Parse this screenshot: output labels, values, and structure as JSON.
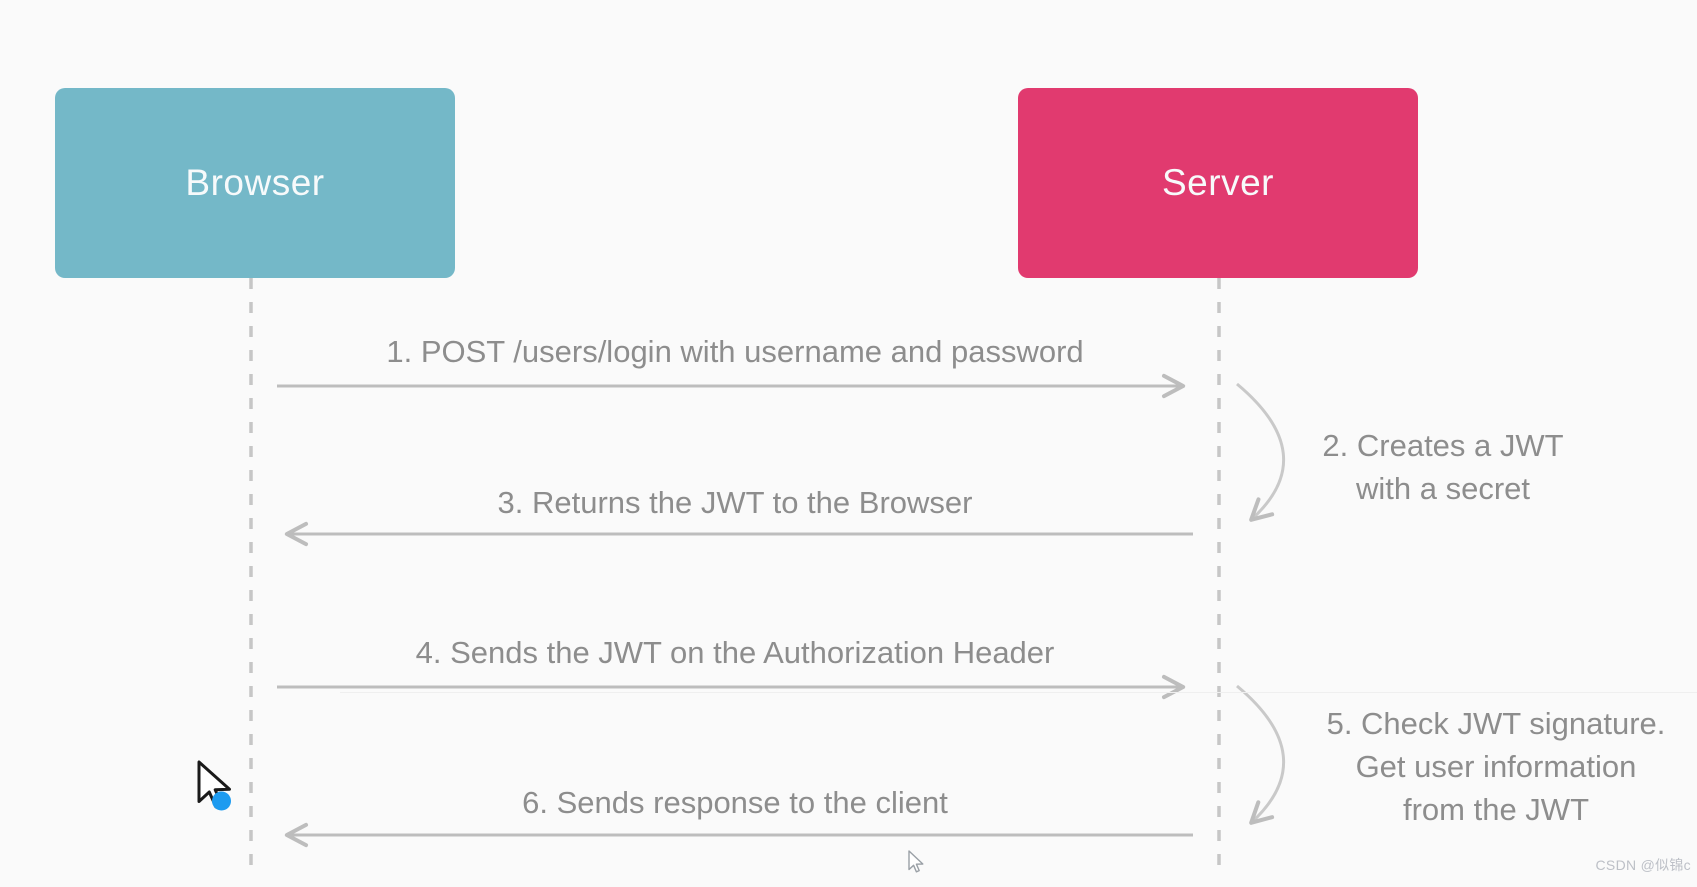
{
  "diagram": {
    "type": "sequence",
    "actors": {
      "browser": {
        "label": "Browser",
        "color": "#74b8c8"
      },
      "server": {
        "label": "Server",
        "color": "#e13a6f"
      }
    },
    "messages": {
      "m1": {
        "label": "1. POST /users/login with username and password",
        "from": "browser",
        "to": "server"
      },
      "m3": {
        "label": "3. Returns the JWT to the Browser",
        "from": "server",
        "to": "browser"
      },
      "m4": {
        "label": "4. Sends the JWT on the Authorization Header",
        "from": "browser",
        "to": "server"
      },
      "m6": {
        "label": "6. Sends response to the client",
        "from": "server",
        "to": "browser"
      }
    },
    "notes": {
      "n2": {
        "actor": "server",
        "line1": "2. Creates a JWT",
        "line2": "with a secret"
      },
      "n5": {
        "actor": "server",
        "line1": "5. Check JWT signature.",
        "line2": "Get user information",
        "line3": "from the JWT"
      }
    }
  },
  "watermark": {
    "label": "CSDN @似锦c"
  },
  "colors": {
    "background": "#fafafa",
    "browser_box": "#74b8c8",
    "server_box": "#e13a6f",
    "box_text": "#f7fafb",
    "label_text": "#8d8d8d",
    "arrow": "#bdbdbd",
    "lifeline": "#c6c6c6",
    "click_dot": "#1d9bf0",
    "watermark_text": "#bdc0c7"
  }
}
